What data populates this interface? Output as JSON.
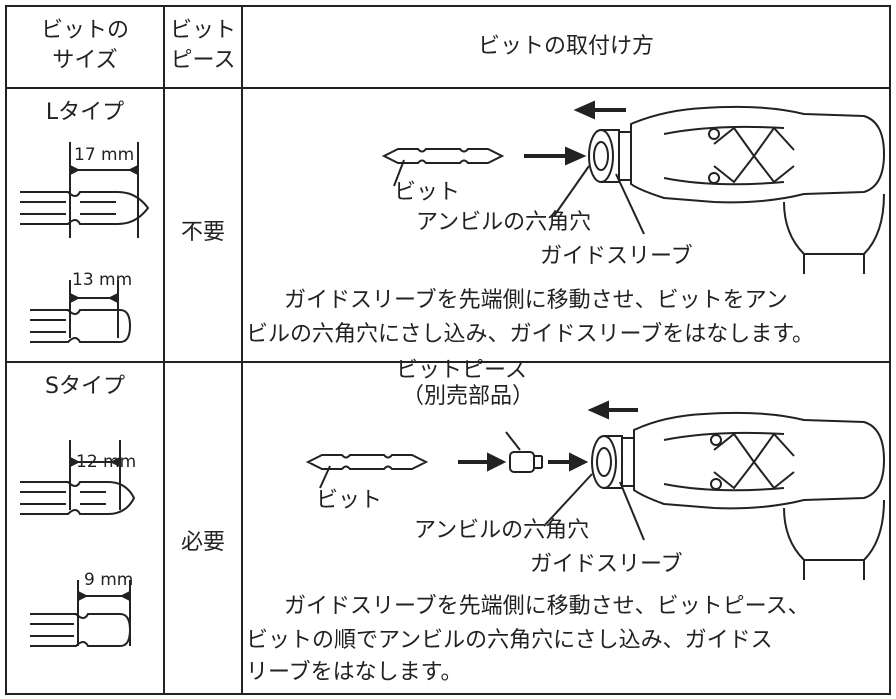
{
  "header": {
    "col1": [
      "ビットの",
      "サイズ"
    ],
    "col2": [
      "ビット",
      "ピース"
    ],
    "col3": "ビットの取付け方"
  },
  "rows": [
    {
      "type": "Lタイプ",
      "dim1": "17 mm",
      "dim2": "13 mm",
      "bit_piece": "不要",
      "labels": {
        "bit": "ビット",
        "anvil": "アンビルの六角穴",
        "sleeve": "ガイドスリーブ"
      },
      "instruction": [
        "ガイドスリーブを先端側に移動させ、ビットをアン",
        "ビルの六角穴にさし込み、ガイドスリーブをはなします。"
      ]
    },
    {
      "type": "Sタイプ",
      "dim1": "12 mm",
      "dim2": "9 mm",
      "bit_piece": "必要",
      "labels": {
        "piece": "ビットピース",
        "piece_note": "（別売部品）",
        "bit": "ビット",
        "anvil": "アンビルの六角穴",
        "sleeve": "ガイドスリーブ"
      },
      "instruction": [
        "ガイドスリーブを先端側に移動させ、ビットピース、",
        "ビットの順でアンビルの六角穴にさし込み、ガイドス",
        "リーブをはなします。"
      ]
    }
  ]
}
